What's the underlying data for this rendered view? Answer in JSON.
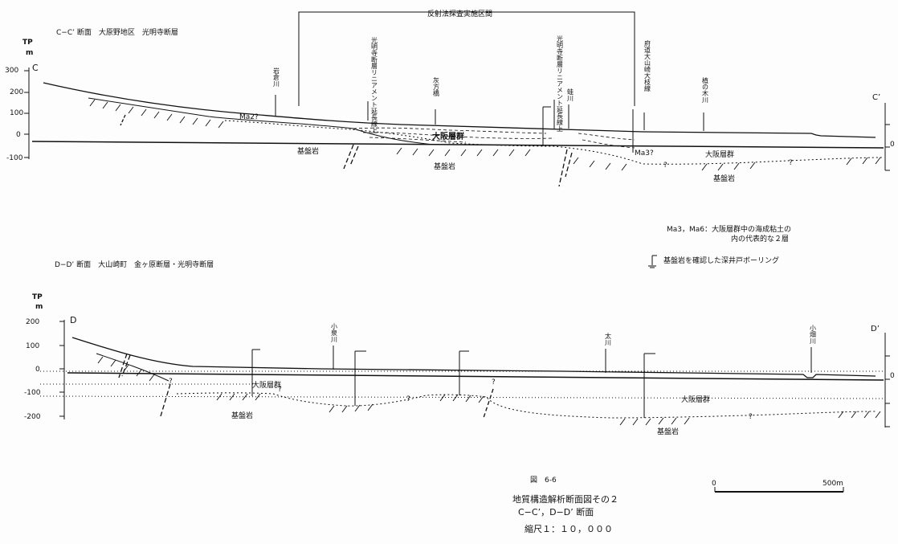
{
  "section_cc": {
    "title": "C−C’ 断面　大原野地区　光明寺断層",
    "axis_unit": "TP",
    "axis_unit2": "m",
    "left_label": "C",
    "right_label": "C’",
    "y_ticks": [
      "300",
      "200",
      "100",
      "0",
      "-100"
    ],
    "right_zero": "0",
    "survey_range": "反射法探査実施区間",
    "annotations": {
      "iwakura": "岩倉川",
      "lineament_a": "光明寺断層リニアメント延長線上",
      "haiho": "灰方橋",
      "lineament_b": "光明寺断層リニアメント延長線上",
      "kaeru": "蛙川",
      "fudo": "府道大山崎大枝線",
      "ue": "植の木川"
    },
    "ma2": "Ma2?",
    "ma3": "Ma3?",
    "osaka_group_a": "大阪層群",
    "osaka_group_b": "大阪層群",
    "bedrock_a": "基盤岩",
    "bedrock_b": "基盤岩",
    "bedrock_c": "基盤岩",
    "q1": "?",
    "q2": "?"
  },
  "legend": {
    "line1": "Ma3，Ma6：大阪層群中の海成粘土の",
    "line2": "内の代表的な２層",
    "line3": "基盤岩を確認した深井戸ボーリング"
  },
  "section_dd": {
    "title": "D−D’ 断面　大山崎町　金ヶ原断層・光明寺断層",
    "axis_unit": "TP",
    "axis_unit2": "m",
    "left_label": "D",
    "right_label": "D’",
    "y_ticks": [
      "200",
      "100",
      "0",
      "-100",
      "-200"
    ],
    "right_zero": "0",
    "annotations": {
      "koizumi": "小泉川",
      "ta": "太川",
      "obata": "小畑川"
    },
    "osaka_group_a": "大阪層群",
    "osaka_group_b": "大阪層群",
    "bedrock_a": "基盤岩",
    "bedrock_b": "基盤岩",
    "q1": "?",
    "q2": "?",
    "q3": "?",
    "q4": "?",
    "q5": "?"
  },
  "footer": {
    "fig_no": "図　6-6",
    "title1": "地質構造解析断面図その２",
    "title2": "C−C’，D−D’ 断面",
    "scale_text": "縮尺１：１０，０００",
    "scale_start": "0",
    "scale_end": "500m"
  }
}
